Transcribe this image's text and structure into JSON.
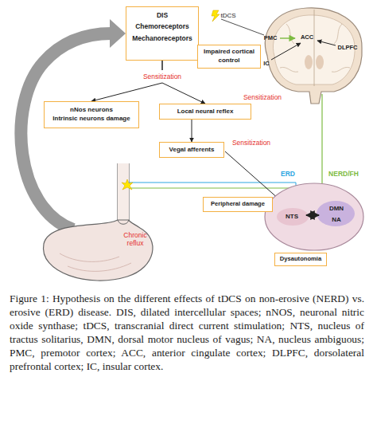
{
  "diagram": {
    "caption": "Figure 1: Hypothesis on the different effects of tDCS on non-erosive (NERD) vs. erosive (ERD) disease. DIS, dilated intercellular spaces; nNOS, neuronal nitric oxide synthase; tDCS, transcranial direct current stimulation; NTS, nucleus of tractus solitarius, DMN, dorsal motor nucleus of vagus; NA, nucleus ambiguous; PMC, premotor cortex; ACC, anterior cingulate cortex; DLPFC, dorsolateral prefrontal cortex; IC, insular cortex.",
    "nodes": [
      {
        "text": [
          "DIS",
          "Chemoreceptors",
          "Mechanoreceptors"
        ]
      },
      {
        "text": [
          "Impaired cortical control"
        ]
      },
      {
        "text": [
          "nNos neurons",
          "Intrinsic neurons damage"
        ]
      },
      {
        "text": [
          "Local neural reflex"
        ]
      },
      {
        "text": [
          "Vegal afferents"
        ]
      },
      {
        "text": [
          "Peripheral damage"
        ]
      },
      {
        "text": [
          "Dysautonomia"
        ]
      }
    ],
    "edges": [
      {
        "from": 0,
        "to": 2,
        "label": "Sensitization",
        "arrow": "to"
      },
      {
        "from": 0,
        "to": 3,
        "arrow": "to"
      },
      {
        "from": 3,
        "to": 4,
        "arrow": "to"
      }
    ],
    "labels": [
      "tDCS",
      "PMC",
      "ACC",
      "DLPFC",
      "IC",
      "Sensitization",
      "Sensitization",
      "ERD",
      "NERD/FH",
      "NTS",
      "DMN",
      "NA",
      "Chronic reflux"
    ]
  }
}
